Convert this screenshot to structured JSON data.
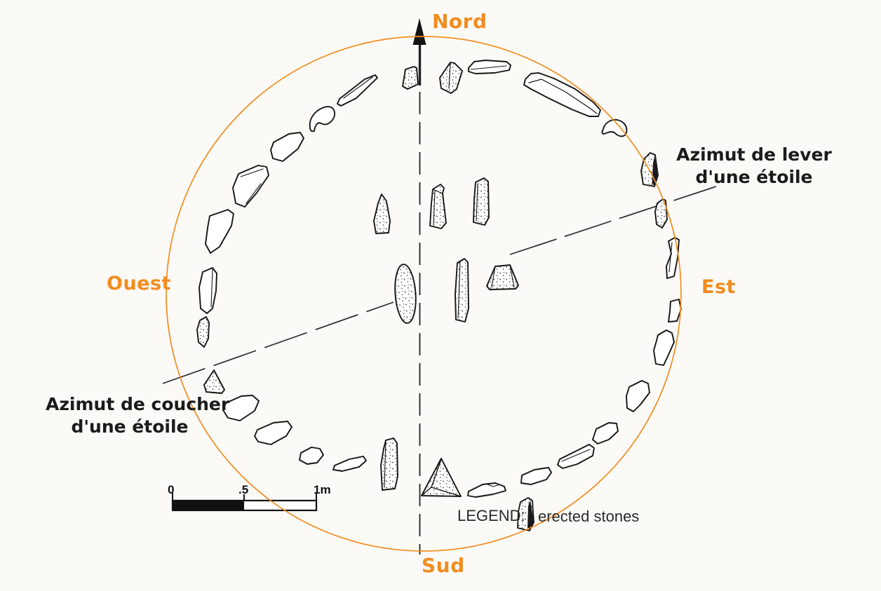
{
  "compass": {
    "north": "Nord",
    "south": "Sud",
    "east": "Est",
    "west": "Ouest"
  },
  "annotations": {
    "star_rise_line1": "Azimut de lever",
    "star_rise_line2": "d'une étoile",
    "star_set_line1": "Azimut de coucher",
    "star_set_line2": "d'une étoile"
  },
  "scale_bar": {
    "zero": "0",
    "half": ".5",
    "one": "1m"
  },
  "legend": {
    "title": "LEGEND:",
    "entry": "erected stones",
    "icon": "erected-stone-icon"
  },
  "colors": {
    "accent_orange": "#F28C1E",
    "ink": "#1A1A1A",
    "background": "#FBFAF7"
  }
}
